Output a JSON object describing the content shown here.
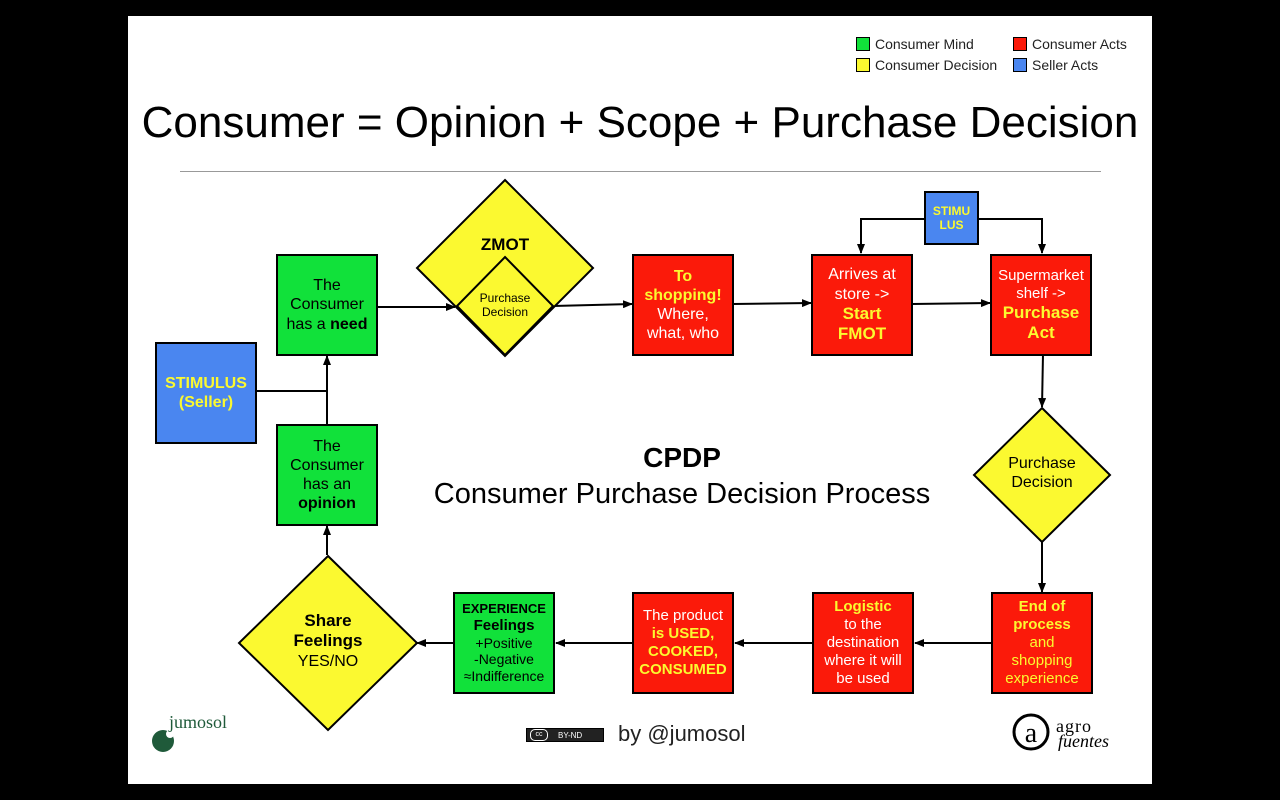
{
  "legend": [
    {
      "label": "Consumer Mind",
      "color": "#11e13a"
    },
    {
      "label": "Consumer Acts",
      "color": "#fb1a0a"
    },
    {
      "label": "Consumer Decision",
      "color": "#fbf930"
    },
    {
      "label": "Seller Acts",
      "color": "#4a86f0"
    }
  ],
  "title": "Consumer = Opinion + Scope + Purchase Decision",
  "center": {
    "title": "CPDP",
    "subtitle": "Consumer Purchase Decision Process"
  },
  "nodes": {
    "stimulus_seller": {
      "l1": "STIMULUS",
      "l2": "(Seller)"
    },
    "need": {
      "l1": "The",
      "l2": "Consumer",
      "l3": "has a ",
      "l3b": "need"
    },
    "zmot": {
      "title": "ZMOT",
      "l1": "Purchase",
      "l2": "Decision"
    },
    "to_shopping": {
      "l1": "To",
      "l2": "shopping!",
      "l3": "Where,",
      "l4": "what, who"
    },
    "arrives": {
      "l1": "Arrives at",
      "l2": "store ->",
      "l3": "Start",
      "l4": "FMOT"
    },
    "stimulus_small": {
      "l1": "STIMU",
      "l2": "LUS"
    },
    "supermarket": {
      "l1": "Supermarket",
      "l2": "shelf ->",
      "l3": "Purchase",
      "l4": "Act"
    },
    "purchase_decision": {
      "l1": "Purchase",
      "l2": "Decision"
    },
    "opinion": {
      "l1": "The",
      "l2": "Consumer",
      "l3": "has an",
      "l4": "opinion"
    },
    "end_process": {
      "l1": "End of",
      "l2": "process",
      "l3": "and",
      "l4": "shopping",
      "l5": "experience"
    },
    "logistic": {
      "l1": "Logistic",
      "l2": "to the",
      "l3": "destination",
      "l4": "where it will",
      "l5": "be used"
    },
    "product": {
      "l1": "The product",
      "l2": "is USED,",
      "l3": "COOKED,",
      "l4": "CONSUMED"
    },
    "experience": {
      "l1": "EXPERIENCE",
      "l2": "Feelings",
      "l3": "+Positive",
      "l4": "-Negative",
      "l5": "≈Indifference"
    },
    "share": {
      "l1": "Share",
      "l2": "Feelings",
      "l3": "YES/NO"
    }
  },
  "footer": {
    "logo_left": "jumosol",
    "license": "BY-ND",
    "credit": "by @jumosol",
    "logo_right_1": "agro",
    "logo_right_2": "fuentes"
  }
}
